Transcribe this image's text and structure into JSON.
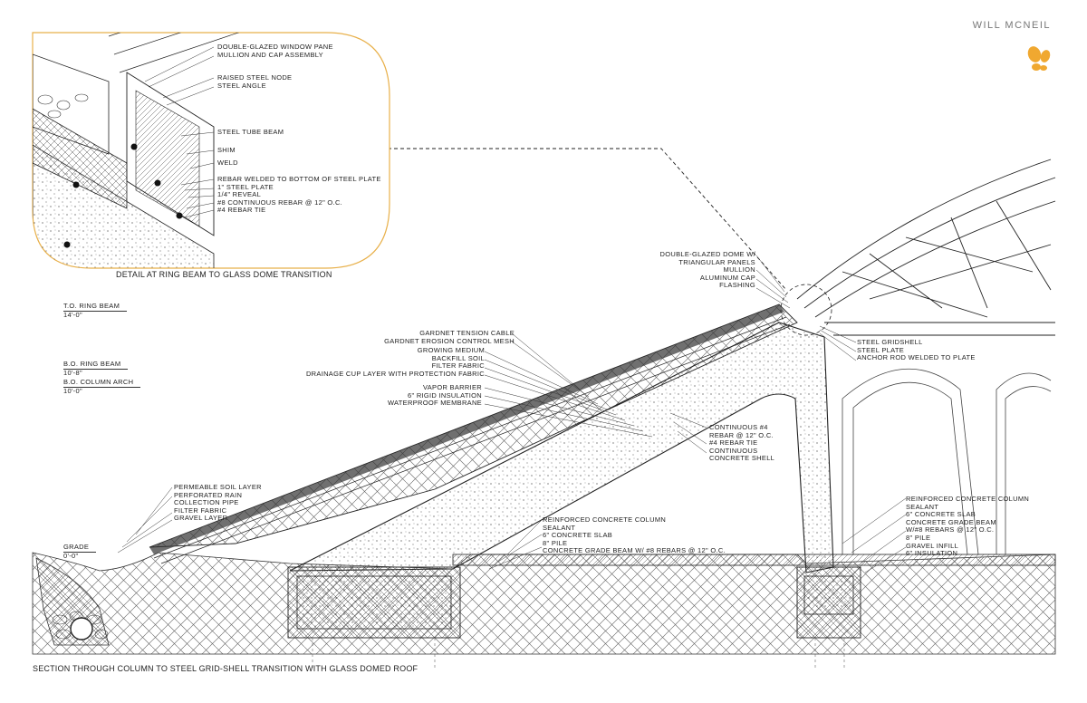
{
  "author": "WILL MCNEIL",
  "detail": {
    "title": "DETAIL AT RING BEAM TO GLASS DOME TRANSITION",
    "labels": [
      "DOUBLE-GLAZED WINDOW PANE",
      "MULLION AND CAP ASSEMBLY",
      "RAISED STEEL NODE",
      "STEEL ANGLE",
      "STEEL TUBE BEAM",
      "SHIM",
      "WELD",
      "REBAR WELDED TO BOTTOM OF STEEL PLATE",
      "1\" STEEL PLATE",
      "1/4\" REVEAL",
      "#8 CONTINUOUS REBAR @ 12\" O.C.",
      "#4 REBAR TIE"
    ]
  },
  "section": {
    "title": "SECTION THROUGH COLUMN TO STEEL GRID-SHELL TRANSITION WITH GLASS DOMED ROOF",
    "elevations": [
      {
        "name": "T.O. RING BEAM",
        "value": "14'-0\""
      },
      {
        "name": "B.O. RING BEAM",
        "value": "10'-8\""
      },
      {
        "name": "B.O. COLUMN ARCH",
        "value": "10'-0\""
      },
      {
        "name": "GRADE",
        "value": "0'-0\""
      }
    ],
    "dome_labels": [
      "DOUBLE-GLAZED DOME W/",
      "TRIANGULAR PANELS",
      "MULLION",
      "ALUMINUM CAP",
      "FLASHING"
    ],
    "gridshell_labels": [
      "STEEL GRIDSHELL",
      "STEEL PLATE",
      "ANCHOR ROD WELDED TO PLATE"
    ],
    "roof_labels": [
      "GARDNET TENSION CABLE",
      "GARDNET EROSION CONTROL MESH",
      "GROWING MEDIUM",
      "BACKFILL SOIL",
      "FILTER FABRIC",
      "DRAINAGE CUP LAYER WITH PROTECTION FABRIC",
      "VAPOR BARRIER",
      "6\" RIGID INSULATION",
      "WATERPROOF MEMBRANE"
    ],
    "shell_labels": [
      "CONTINUOUS #4",
      "REBAR @ 12\" O.C.",
      "#4 REBAR TIE",
      "CONTINUOUS",
      "CONCRETE SHELL"
    ],
    "drain_labels": [
      "PERMEABLE SOIL LAYER",
      "PERFORATED RAIN",
      "COLLECTION PIPE",
      "FILTER FABRIC",
      "GRAVEL LAYER"
    ],
    "footing_labels": [
      "REINFORCED CONCRETE COLUMN",
      "SEALANT",
      "6\" CONCRETE SLAB",
      "8\" PILE",
      "CONCRETE GRADE BEAM W/ #8 REBARS @ 12\" O.C."
    ],
    "column_labels": [
      "REINFORCED CONCRETE COLUMN",
      "SEALANT",
      "6\" CONCRETE SLAB",
      "CONCRETE GRADE BEAM",
      "W/#8 REBARS @ 12\" O.C.",
      "8\" PILE",
      "GRAVEL INFILL",
      "6\" INSULATION"
    ]
  },
  "colors": {
    "linework": "#222222",
    "detail_border": "#e8b04a",
    "logo": "#f0a830",
    "author": "#777777"
  },
  "icons": [
    "butterfly-logo-icon"
  ]
}
